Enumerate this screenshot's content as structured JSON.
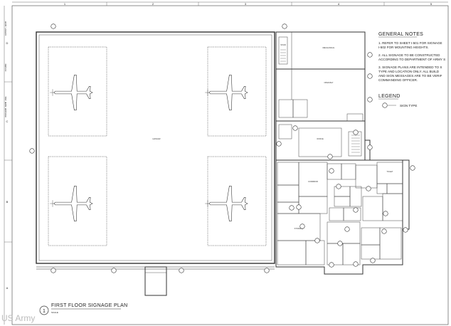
{
  "border": {
    "column_markers": [
      "1",
      "2",
      "3",
      "4",
      "5"
    ],
    "row_markers": [
      "D",
      "C",
      "B",
      "A"
    ],
    "side_text": [
      "OUTPUT.ANIM",
      "ISSUED",
      "PROGRAM.NAME.DWG"
    ]
  },
  "notes": {
    "title": "GENERAL NOTES",
    "lines": [
      "1. REFER TO SHEET I-501 FOR SIGNAGE",
      "I-502 FOR MOUNTING HEIGHTS.",
      "2. ALL SIGNAGE TO BE CONSTRUCTED",
      "ACCORDING TO DEPARTMENT OF ARMY S",
      "3. SIGNAGE PLANS ARE INTENDED TO S",
      "TYPE AND LOCATION ONLY. ALL BUILD",
      "AND SIGN MESSAGES ARE TO BE VERIF",
      "COMMANDING OFFICER."
    ]
  },
  "legend": {
    "title": "LEGEND",
    "sign_type_label": "SIGN TYPE"
  },
  "plan": {
    "number": "1",
    "title": "FIRST FLOOR SIGNAGE PLAN",
    "scale": "SCALE"
  },
  "rooms": {
    "hangar": "HANGAR",
    "mech": "MECHANICAL",
    "large": "OPEN BAY",
    "stair": "STAIR",
    "office": "OFFICE",
    "corridor": "CORRIDOR",
    "storage": "STORAGE",
    "toilet": "TOILET"
  },
  "watermark": "US Army"
}
